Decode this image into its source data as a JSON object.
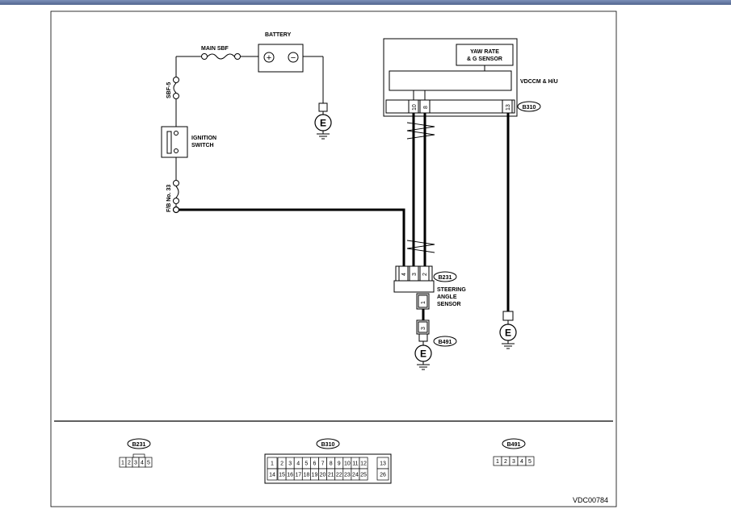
{
  "labels": {
    "battery": "BATTERY",
    "main_sbf": "MAIN SBF",
    "sbf5": "SBF-5",
    "ignition1": "IGNITION",
    "ignition2": "SWITCH",
    "fb33": "F/B No. 33",
    "yaw1": "YAW RATE",
    "yaw2": "& G SENSOR",
    "vdccm": "VDCCM & H/U",
    "steer1": "STEERING",
    "steer2": "ANGLE",
    "steer3": "SENSOR",
    "doc_id": "VDC00784",
    "plus": "+",
    "minus": "−",
    "ground": "E"
  },
  "connectors": {
    "b310": "B310",
    "b231": "B231",
    "b491": "B491"
  },
  "pins": {
    "vdccm_10": "10",
    "vdccm_8": "8",
    "vdccm_13": "13",
    "steer_4": "4",
    "steer_3": "3",
    "steer_2": "2",
    "steer_1": "1",
    "b491_3": "3"
  },
  "b231_face": [
    "1",
    "2",
    "3",
    "4",
    "5"
  ],
  "b491_face": [
    "1",
    "2",
    "3",
    "4",
    "5"
  ],
  "b310_face": {
    "left_top": "1",
    "left_bottom": "14",
    "top": [
      "2",
      "3",
      "4",
      "5",
      "6",
      "7",
      "8",
      "9",
      "10",
      "11",
      "12"
    ],
    "bottom": [
      "15",
      "16",
      "17",
      "18",
      "19",
      "20",
      "21",
      "22",
      "23",
      "24",
      "25"
    ],
    "right_top": "13",
    "right_bottom": "26"
  }
}
